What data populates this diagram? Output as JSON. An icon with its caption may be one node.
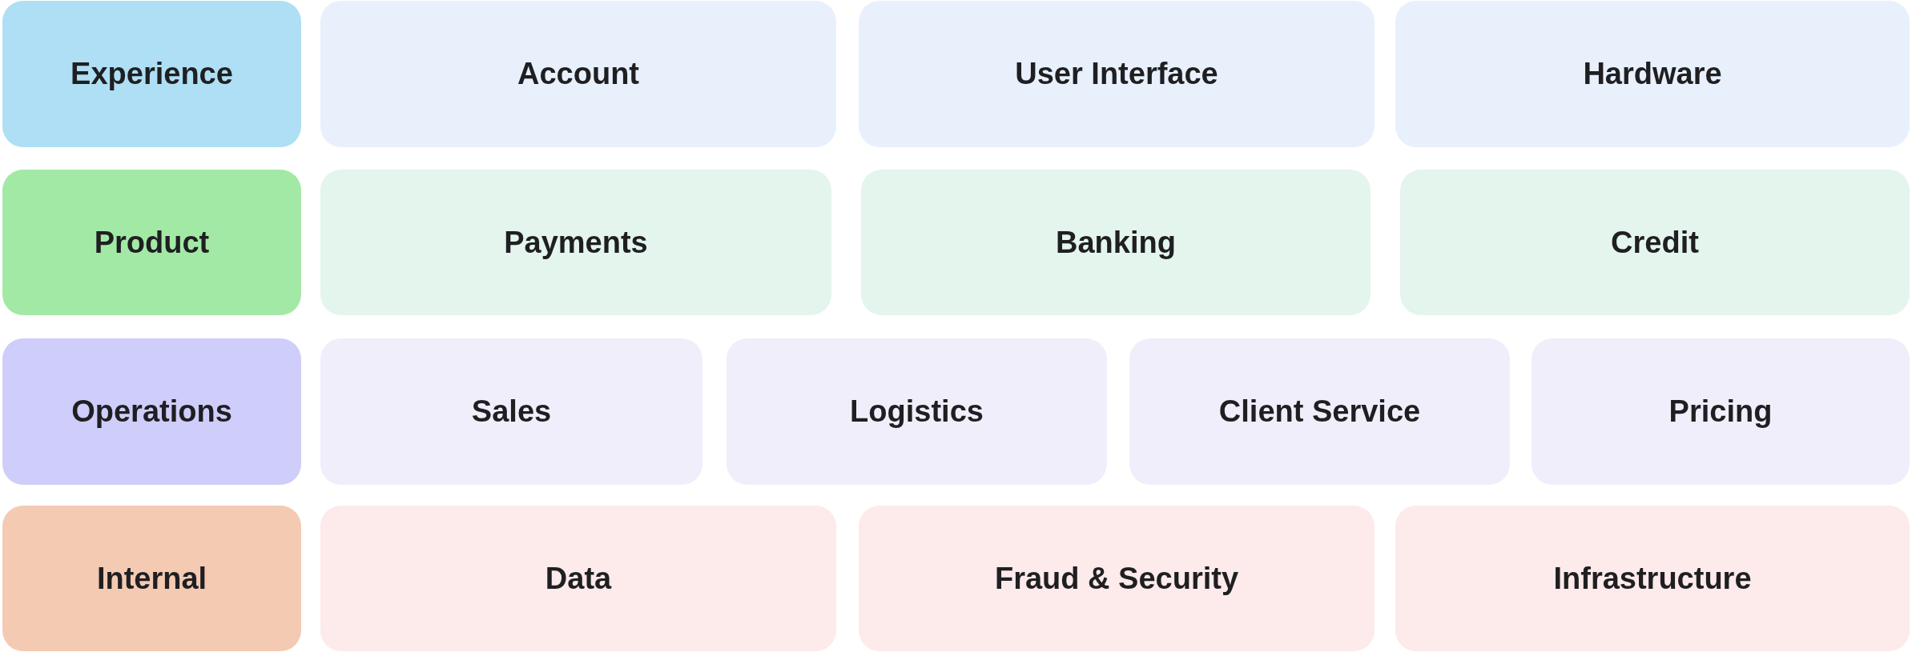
{
  "diagram": {
    "nodes": [
      {
        "text": [
          "Experience"
        ]
      },
      {
        "text": [
          "Account"
        ]
      },
      {
        "text": [
          "User Interface"
        ]
      },
      {
        "text": [
          "Hardware"
        ]
      },
      {
        "text": [
          "Product"
        ]
      },
      {
        "text": [
          "Payments"
        ]
      },
      {
        "text": [
          "Banking"
        ]
      },
      {
        "text": [
          "Credit"
        ]
      },
      {
        "text": [
          "Operations"
        ]
      },
      {
        "text": [
          "Sales"
        ]
      },
      {
        "text": [
          "Logistics"
        ]
      },
      {
        "text": [
          "Client Service"
        ]
      },
      {
        "text": [
          "Pricing"
        ]
      },
      {
        "text": [
          "Internal"
        ]
      },
      {
        "text": [
          "Data"
        ]
      },
      {
        "text": [
          "Fraud & Security"
        ]
      },
      {
        "text": [
          "Infrastructure"
        ]
      }
    ]
  }
}
